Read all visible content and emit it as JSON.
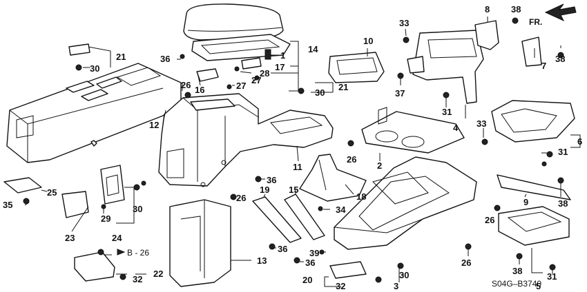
{
  "diagram_code": "S04G–B3740",
  "front_label": "FR.",
  "reference": "B - 26",
  "callouts": {
    "c1": "1",
    "c2": "2",
    "c3": "3",
    "c4": "4",
    "c5": "5",
    "c6": "6",
    "c7": "7",
    "c8": "8",
    "c9": "9",
    "c10": "10",
    "c11": "11",
    "c12": "12",
    "c13": "13",
    "c14": "14",
    "c15": "15",
    "c16": "16",
    "c17": "17",
    "c18": "18",
    "c19": "19",
    "c20": "20",
    "c21a": "21",
    "c21b": "21",
    "c22": "22",
    "c23": "23",
    "c24": "24",
    "c25": "25",
    "c26a": "26",
    "c26b": "26",
    "c26c": "26",
    "c26d": "26",
    "c26e": "26",
    "c27a": "27",
    "c27b": "27",
    "c28": "28",
    "c29": "29",
    "c30a": "30",
    "c30b": "30",
    "c30c": "30",
    "c30d": "30",
    "c31a": "31",
    "c31b": "31",
    "c31c": "31",
    "c32a": "32",
    "c32b": "32",
    "c33a": "33",
    "c33b": "33",
    "c34": "34",
    "c35": "35",
    "c36a": "36",
    "c36b": "36",
    "c36c": "36",
    "c36d": "36",
    "c37": "37",
    "c38a": "38",
    "c38b": "38",
    "c38c": "38",
    "c38d": "38",
    "c39": "39"
  }
}
